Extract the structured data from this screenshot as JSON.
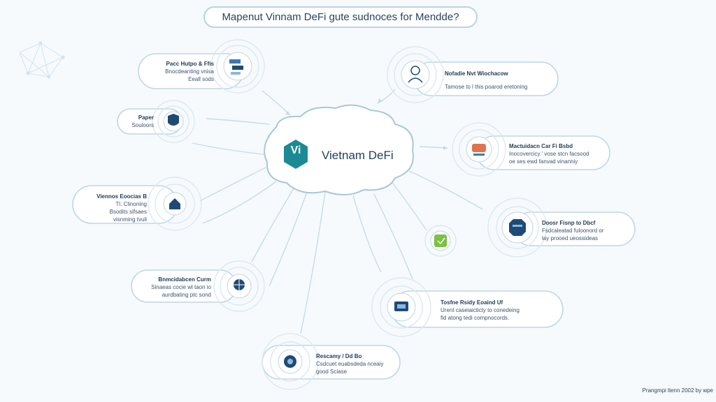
{
  "title": "Mapenut Vinnam DeFi gute sudnoces for Mendde?",
  "hub": {
    "badge": "Vi",
    "label": "Vietnam DeFi"
  },
  "colors": {
    "accent": "#1b8a95",
    "navy": "#1e4a78",
    "green": "#7bc143",
    "line": "#c6dbe9",
    "ring": "#dbe8f2"
  },
  "nodes": [
    {
      "id": "top-left",
      "heading": "Pacc Hutpo & Ffis",
      "lines": [
        "Bnocdeanting vnisa",
        "Eeall sods"
      ]
    },
    {
      "id": "left-upper",
      "heading": "Paper",
      "lines": [
        "Souloors"
      ]
    },
    {
      "id": "left-mid",
      "heading": "Viennos Eoocias B",
      "lines": [
        "Tl. Clinoning",
        "Bsodits sifsaes",
        "visnming tvuli"
      ]
    },
    {
      "id": "left-lower",
      "heading": "Bnmcidabcen Curm",
      "lines": [
        "Sinaeas cocie wl taon io",
        "aurdbating ptc sond"
      ]
    },
    {
      "id": "bottom",
      "heading": "Rescamy / Dd Bo",
      "lines": [
        "Csdcuet euabsdeda nceaiy",
        "good Sciase"
      ]
    },
    {
      "id": "top-right",
      "heading": "Nofadie Nvt Wiochacow",
      "lines": [
        "Tamose to l this poarod eretoning"
      ]
    },
    {
      "id": "right-upper",
      "heading": "Mactuidacn Car Fi Bsbd",
      "lines": [
        "Inocovercicy ' vose  stcn facsood",
        "oe ses ewd fanvad vinanniy"
      ]
    },
    {
      "id": "right-mid",
      "heading": "Doosr Fisnp to Dbcf",
      "lines": [
        "Fsdcaleatad fuloonord or",
        "lay prooed ueossideas"
      ]
    },
    {
      "id": "right-lower",
      "heading": "Tosfne Rsidy Eoaind Uf",
      "lines": [
        "Urent caseiaicticty to conedeing",
        "fid atong tedi compnocords."
      ]
    }
  ],
  "footer": "Prangmpi ltenn 2002 by wpe"
}
